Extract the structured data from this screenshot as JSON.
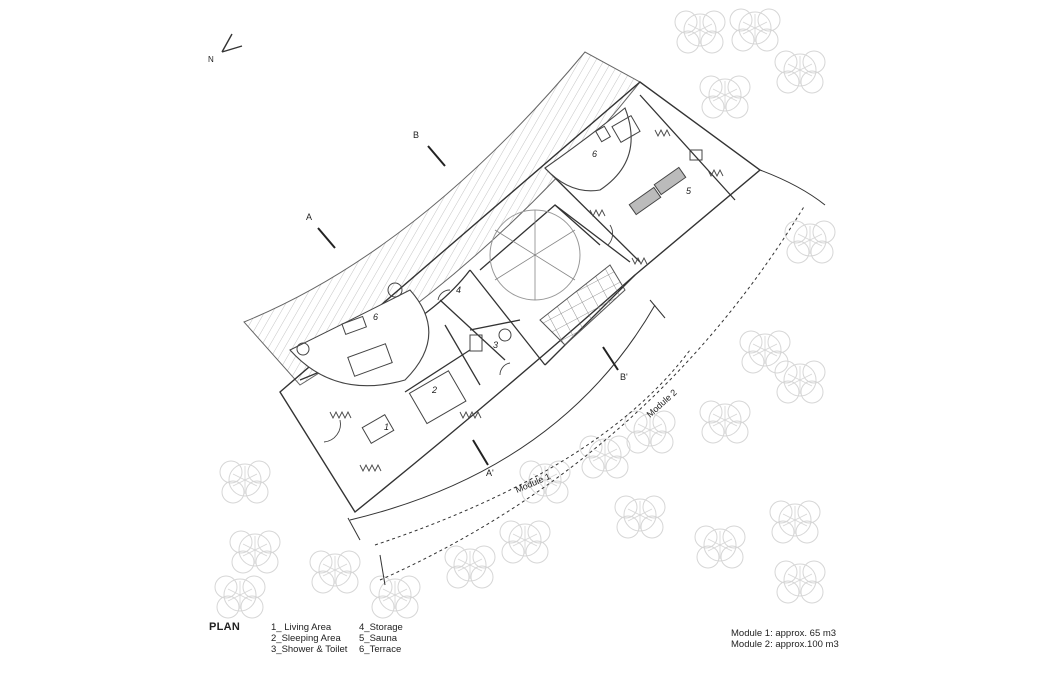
{
  "north_label": "N",
  "section_labels": {
    "a": "A",
    "a_prime": "A'",
    "b": "B",
    "b_prime": "B'"
  },
  "module_labels": {
    "module1": "Module 1",
    "module2": "Module 2"
  },
  "room_numbers": {
    "living": "1",
    "sleeping": "2",
    "shower": "3",
    "storage": "4",
    "sauna": "5",
    "terrace_west": "6",
    "terrace_east": "6"
  },
  "plan_title": "PLAN",
  "legend": {
    "col1": [
      "1_ Living Area",
      "2_Sleeping Area",
      "3_Shower & Toilet"
    ],
    "col2": [
      "4_Storage",
      "5_Sauna",
      "6_Terrace"
    ]
  },
  "volumes": [
    "Module 1: approx. 65 m3",
    "Module 2: approx.100 m3"
  ],
  "colors": {
    "line": "#3a3a3a",
    "hatch": "#9a9a9a",
    "tree": "#d8d8d8"
  }
}
